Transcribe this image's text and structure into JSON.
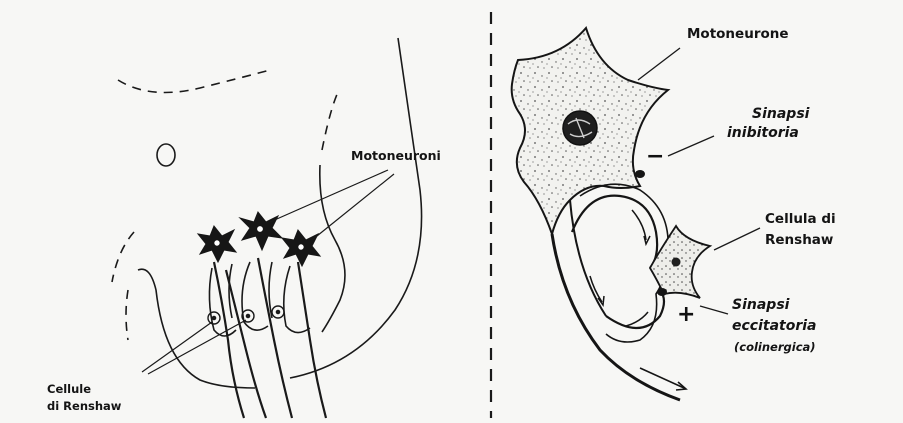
{
  "colors": {
    "paper": "#f7f7f5",
    "ink": "#141414",
    "stipple": "#4a4a4a"
  },
  "left_panel": {
    "motoneurons_label": "Motoneuroni",
    "renshaw_label_line1": "Cellule",
    "renshaw_label_line2": "di Renshaw"
  },
  "right_panel": {
    "motoneuron_label": "Motoneurone",
    "inhibitory_line1": "Sinapsi",
    "inhibitory_line2": "inibitoria",
    "inhibitory_sign": "−",
    "renshaw_line1": "Cellula di",
    "renshaw_line2": "Renshaw",
    "excitatory_sign": "+",
    "excitatory_line1": "Sinapsi",
    "excitatory_line2": "eccitatoria",
    "excitatory_line3": "(colinergica)"
  }
}
